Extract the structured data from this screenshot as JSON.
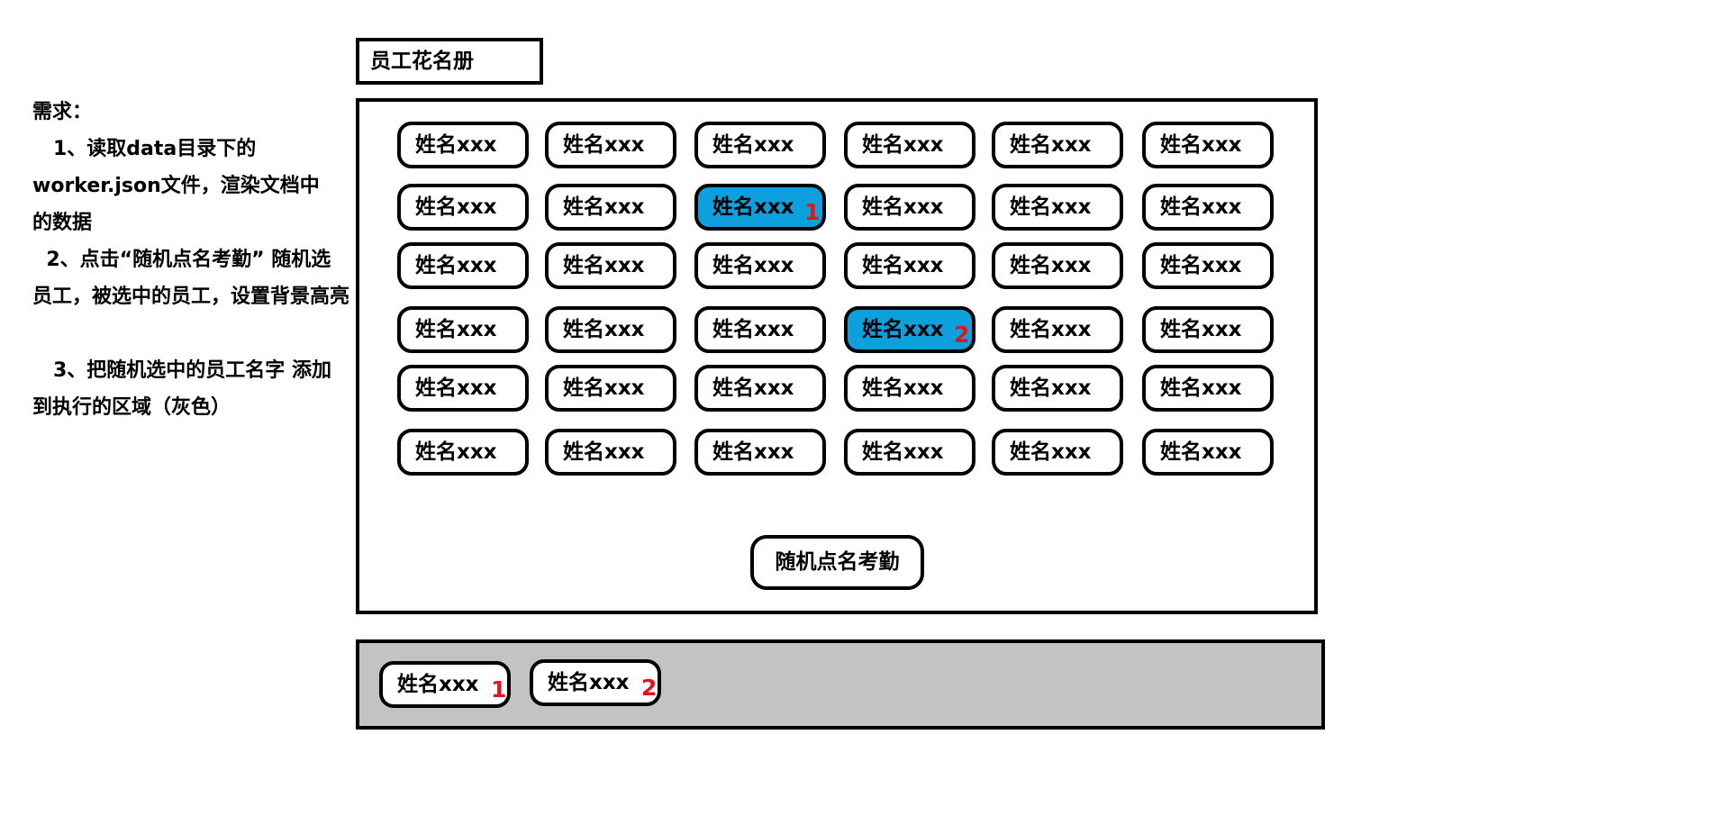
{
  "requirements": {
    "heading": "需求：",
    "item1_line1": "   1、读取data目录下的",
    "item1_line2": "worker.json文件，渲染文档中",
    "item1_line3": "的数据",
    "item2_line1": "  2、点击“随机点名考勤” 随机选",
    "item2_line2": "员工，被选中的员工，设置背景高亮",
    "item3_line1": "   3、把随机选中的员工名字 添加",
    "item3_line2": "到执行的区域（灰色）"
  },
  "roster": {
    "title": "员工花名册",
    "name_placeholder": "姓名xxx",
    "highlight_color": "#0ea0dc",
    "marker_color": "#e3141b",
    "selected": [
      {
        "row": 2,
        "col": 3,
        "order": "1"
      },
      {
        "row": 4,
        "col": 4,
        "order": "2"
      }
    ],
    "random_button": "随机点名考勤"
  },
  "result_area": {
    "background": "#c3c3c3",
    "items": [
      {
        "name": "姓名xxx",
        "order": "1"
      },
      {
        "name": "姓名xxx",
        "order": "2"
      }
    ]
  }
}
